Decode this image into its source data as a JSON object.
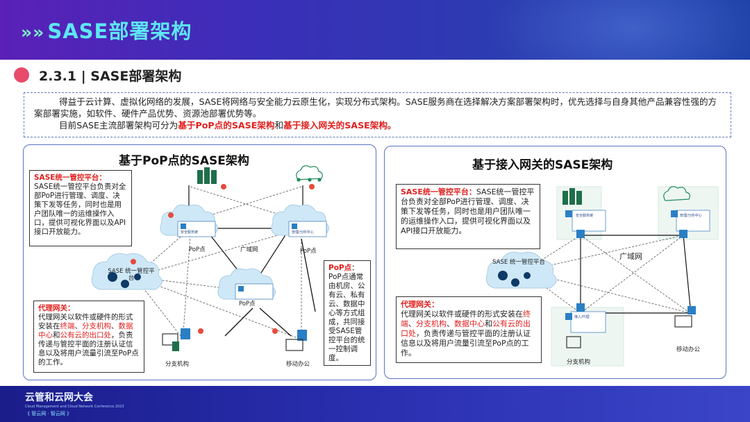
{
  "banner": {
    "title": "SASE部署架构"
  },
  "section": {
    "title": "2.3.1 | SASE部署架构"
  },
  "intro": {
    "para1": "得益于云计算、虚拟化网络的发展，SASE将网络与安全能力云原生化，实现分布式架构。SASE服务商在选择解决方案部署架构时，优先选择与自身其他产品兼容性强的方案部署实施，如软件、硬件产品优势、资源池部署优势等。",
    "para2_prefix": "目前SASE主流部署架构可分为",
    "para2_red1": "基于PoP点的SASE架构",
    "para2_mid": "和",
    "para2_red2": "基于接入网关的SASE架构。"
  },
  "left": {
    "title": "基于PoP点的SASE架构",
    "mgmt_head": "SASE统一管控平台：",
    "mgmt_body": "SASE统一管控平台负责对全部PoP进行管理、调度、决策下发等任务，同时也是用户团队唯一的运维操作入口，提供可视化界面以及API接口开放能力。",
    "proxy_head": "代理网关：",
    "proxy_p1": "代理网关以软件或硬件的形式安装在",
    "proxy_r1": "终端",
    "proxy_s1": "、",
    "proxy_r2": "分支机构",
    "proxy_s2": "、",
    "proxy_r3": "数据中心",
    "proxy_s3": "和",
    "proxy_r4": "公有云的出口处",
    "proxy_p2": "，负责传递与管控平面的注册认证信息以及将用户流量引流至PoP点的工作。",
    "pop_head": "PoP点",
    "pop_body": "：PoP点通常由机房、公有云、私有云、数据中心等方式组成，共同接受SASE管控平台的统一控制调度。",
    "labels": {
      "pop1": "PoP点",
      "pop2": "PoP点",
      "pop3": "PoP点",
      "wan": "广域网",
      "sase_cloud": "SASE 统一管控平台",
      "branch": "分支机构",
      "mobile": "移动办公",
      "card_line1": "安全服务链",
      "card_line2": "管理/分析中心"
    }
  },
  "right": {
    "title": "基于接入网关的SASE架构",
    "mgmt_head": "SASE统一管控平台：",
    "mgmt_body": "SASE统一管控平台负责对全部PoP进行管理、调度、决策下发等任务，同时也是用户团队唯一的运维操作入口，提供可视化界面以及API接口开放能力。",
    "proxy_head": "代理网关：",
    "proxy_p1": "代理网关以软件或硬件的形式安装在",
    "proxy_r1": "终端",
    "proxy_s1": "、",
    "proxy_r2": "分支机构",
    "proxy_s2": "、",
    "proxy_r3": "数据中心",
    "proxy_s3": "和",
    "proxy_r4": "公有云的出口处",
    "proxy_p2": "，负责传递与管控平面的注册认证信息以及将用户流量引流至PoP点的工作。",
    "labels": {
      "wan": "广域网",
      "sase_cloud": "SASE 统一管控平台",
      "branch": "分支机构",
      "mobile": "移动办公",
      "card_line1": "安全服务链",
      "card_line2": "管理/分析中心",
      "card_line3": "接入/代理"
    }
  },
  "footer": {
    "logo_main": "云管和云网大会",
    "logo_sub": "Cloud Management and Cloud Network Conference 2023",
    "logo_tag": "《 管云网 · 智云网 》"
  },
  "colors": {
    "accent_red": "#e0201e",
    "banner_text": "#5ee6f5",
    "panel_border": "#5a72c4"
  }
}
